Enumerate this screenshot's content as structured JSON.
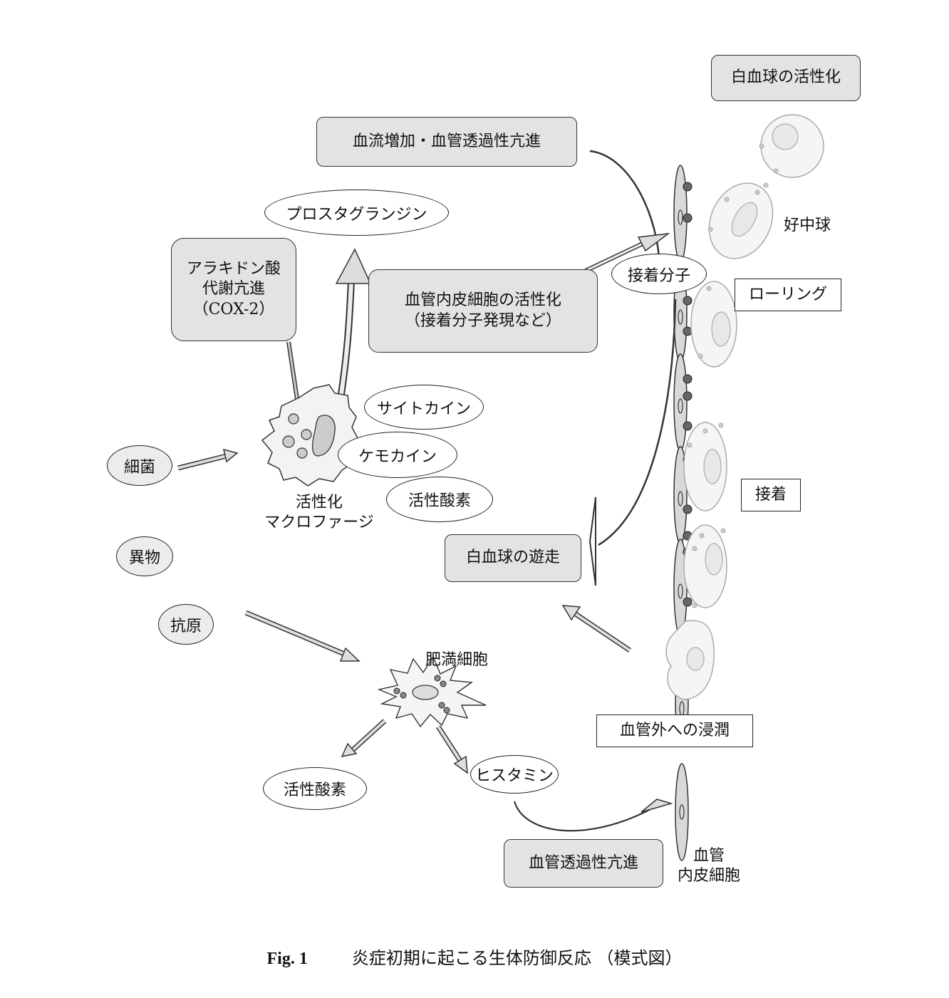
{
  "boxes": {
    "wbc_activation": "白血球の活性化",
    "blood_flow": "血流増加・血管透過性亢進",
    "arachidonic_1": "アラキドン酸",
    "arachidonic_2": "代謝亢進",
    "arachidonic_3": "（COX-2）",
    "endothelial_1": "血管内皮細胞の活性化",
    "endothelial_2": "（接着分子発現など）",
    "wbc_migration": "白血球の遊走",
    "permeability": "血管透過性亢進",
    "rolling": "ローリング",
    "adhesion": "接着",
    "extravasation": "血管外への浸潤"
  },
  "ovals": {
    "prostaglandin": "プロスタグランジン",
    "adhesion_molecule": "接着分子",
    "cytokine": "サイトカイン",
    "chemokine": "ケモカイン",
    "ros_upper": "活性酸素",
    "bacteria": "細菌",
    "foreign_body": "異物",
    "antigen": "抗原",
    "ros_lower": "活性酸素",
    "histamine": "ヒスタミン"
  },
  "labels": {
    "neutrophil": "好中球",
    "macrophage_1": "活性化",
    "macrophage_2": "マクロファージ",
    "mast_cell": "肥満細胞",
    "endothelium_1": "血管",
    "endothelium_2": "内皮細胞"
  },
  "caption": {
    "fig_no": "Fig. 1",
    "text": "炎症初期に起こる生体防御反応 （模式図）"
  }
}
